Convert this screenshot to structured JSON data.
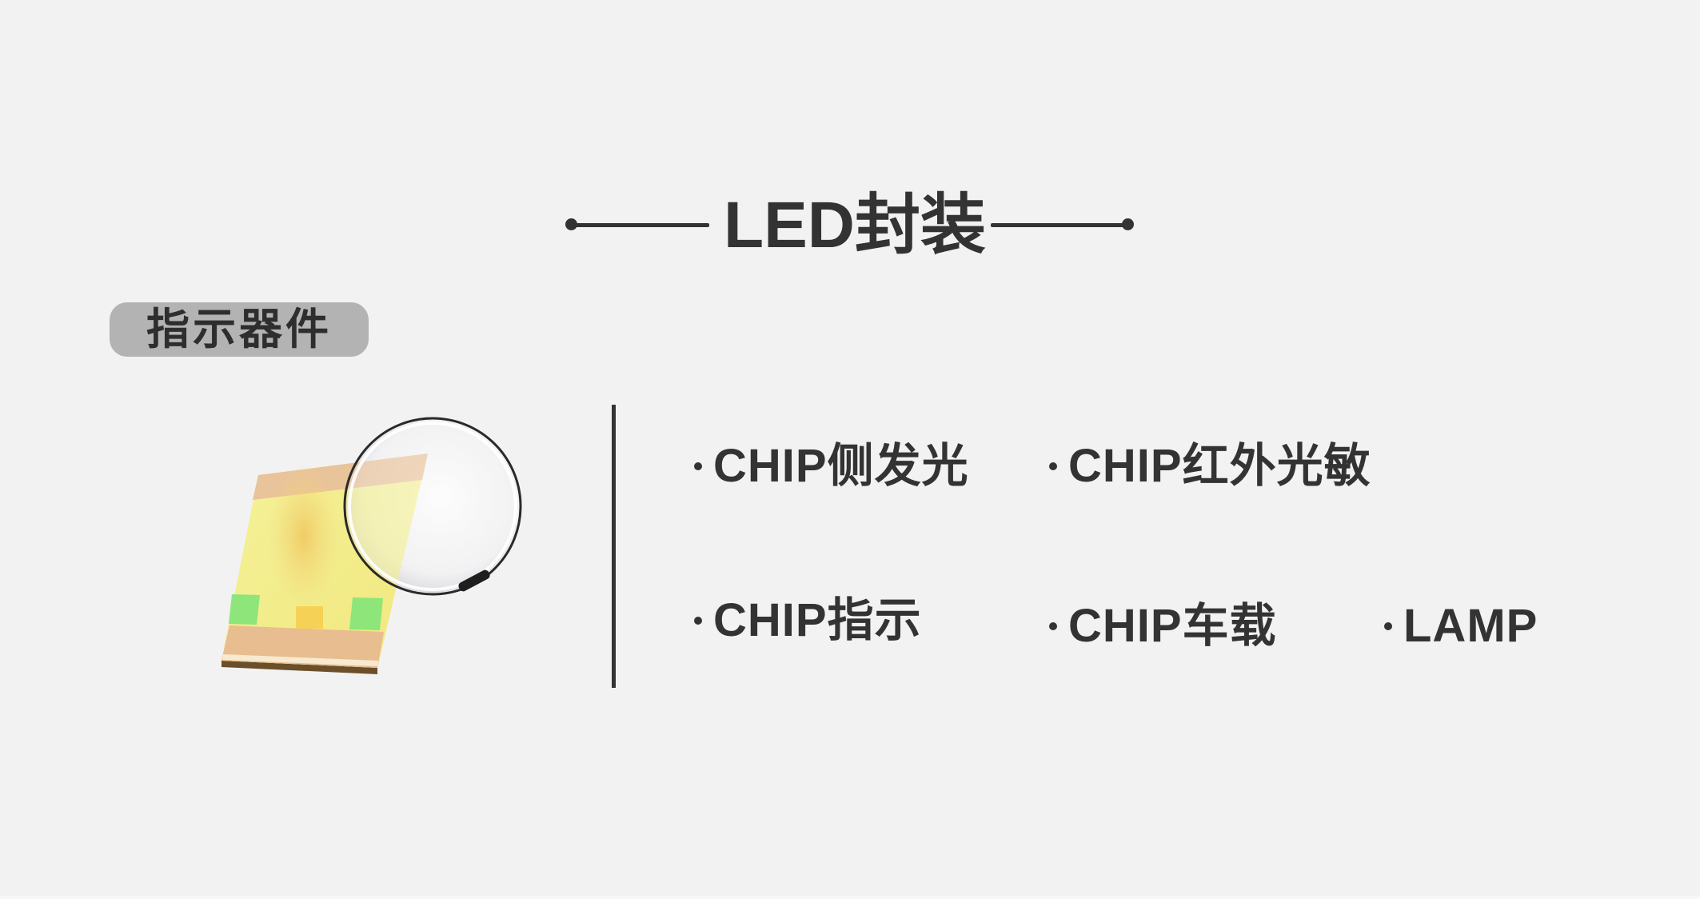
{
  "header": {
    "title": "LED封装"
  },
  "category": {
    "label": "指示器件"
  },
  "product_image": {
    "description": "SMD LED chip under magnifying lens",
    "icon": "led-chip-with-magnifier"
  },
  "package_types": [
    {
      "label": "CHIP侧发光"
    },
    {
      "label": "CHIP红外光敏"
    },
    {
      "label": "CHIP指示"
    },
    {
      "label": "CHIP车载"
    },
    {
      "label": "LAMP"
    }
  ],
  "colors": {
    "background": "#f2f2f2",
    "text": "#333333",
    "badge_background": "#b3b3b3",
    "chip_pad": "#e8bf94",
    "chip_body": "#f3f08a",
    "chip_green": "#8ee57a"
  }
}
